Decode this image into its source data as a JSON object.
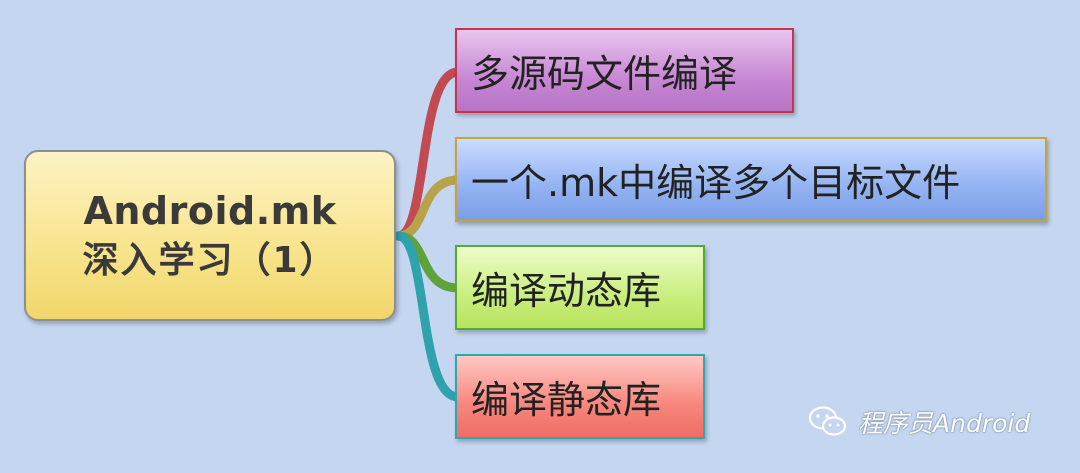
{
  "root": {
    "line1": "Android.mk",
    "line2": "深入学习（1）"
  },
  "nodes": [
    {
      "label": "多源码文件编译",
      "branch_color": "#c24a52"
    },
    {
      "label": "一个.mk中编译多个目标文件",
      "branch_color": "#b7a34c"
    },
    {
      "label": "编译动态库",
      "branch_color": "#5fa23c"
    },
    {
      "label": "编译静态库",
      "branch_color": "#2ea3ad"
    }
  ],
  "watermark": {
    "text": "程序员Android",
    "icon": "wechat-icon"
  },
  "colors": {
    "background": "#c5d7f0"
  }
}
